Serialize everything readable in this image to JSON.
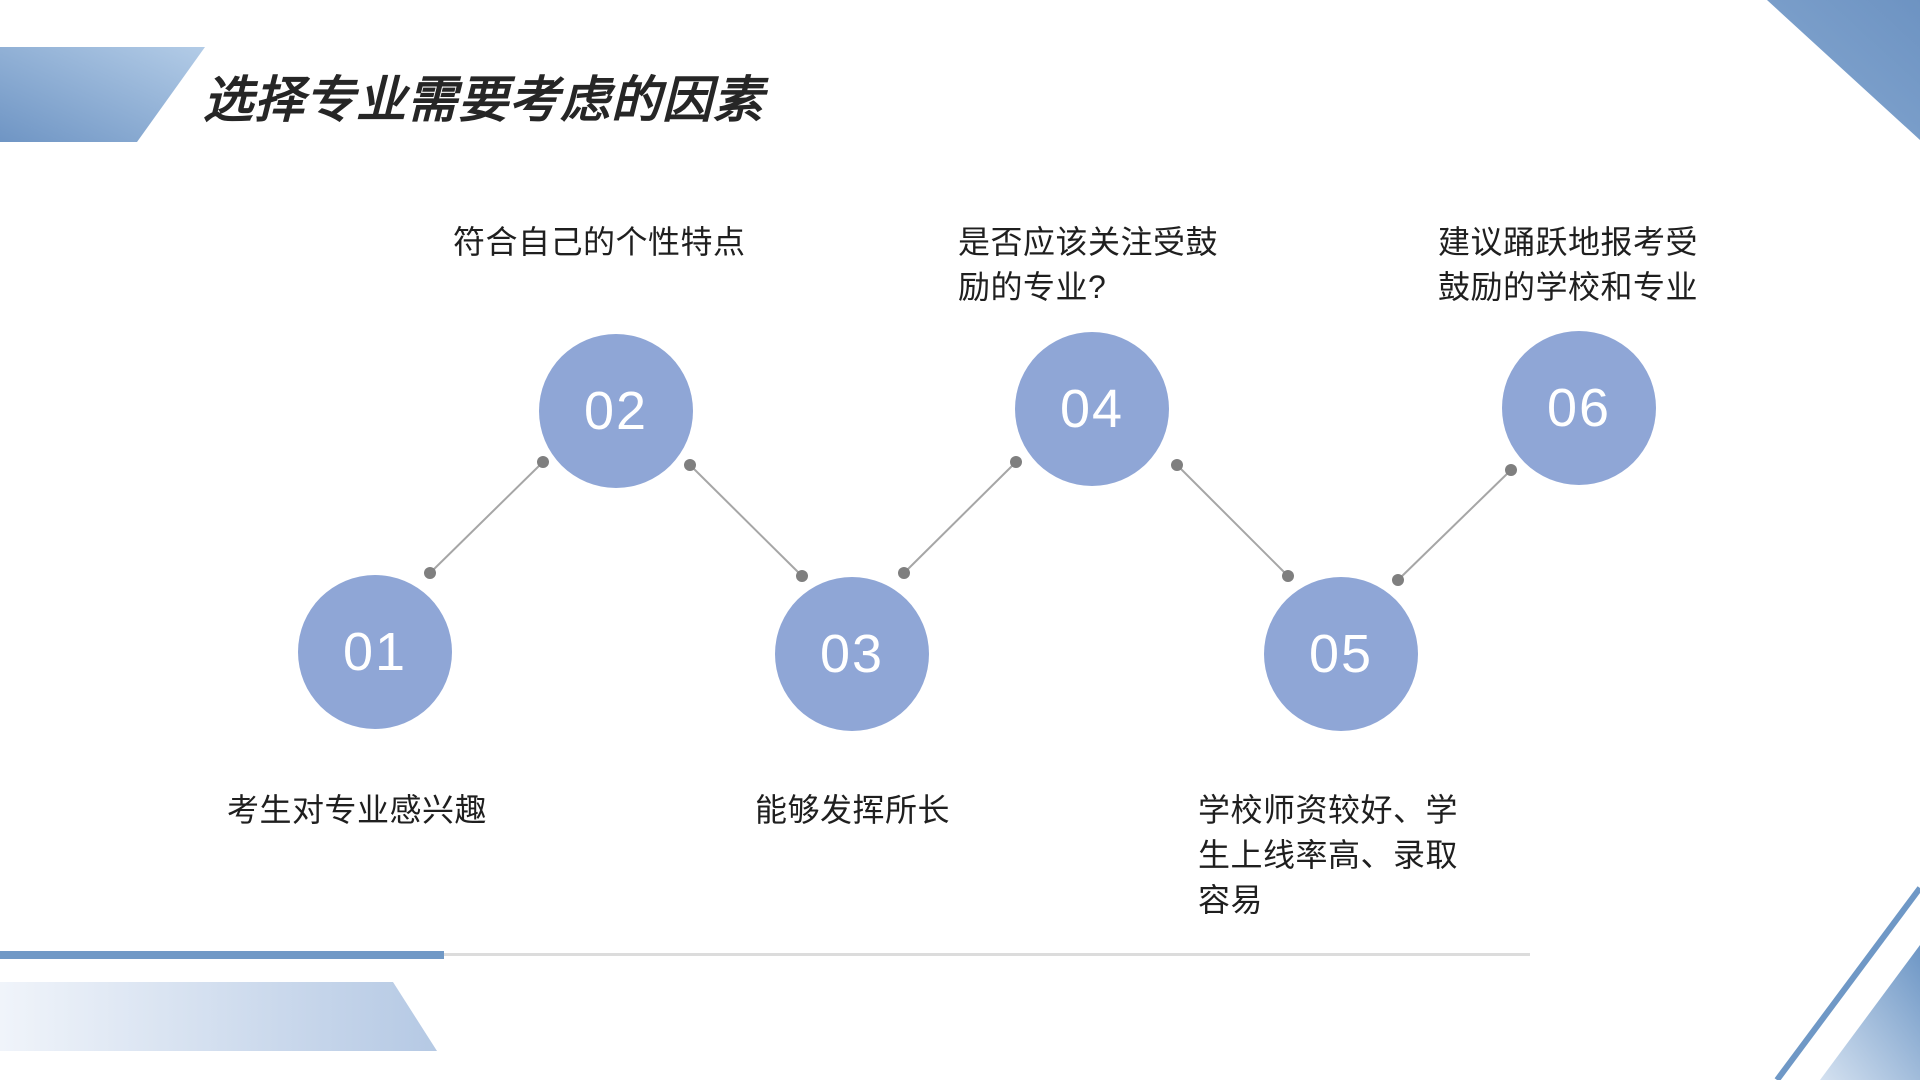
{
  "slide": {
    "title": "选择专业需要考虑的因素"
  },
  "diagram": {
    "type": "zigzag-process",
    "items": [
      {
        "number": "01",
        "label": "考生对专业感兴趣",
        "label_position": "below"
      },
      {
        "number": "02",
        "label": "符合自己的个性特点",
        "label_position": "above"
      },
      {
        "number": "03",
        "label": "能够发挥所长",
        "label_position": "below"
      },
      {
        "number": "04",
        "label": "是否应该关注受鼓\n励的专业?",
        "label_position": "above"
      },
      {
        "number": "05",
        "label": "学校师资较好、学\n生上线率高、录取\n容易",
        "label_position": "below"
      },
      {
        "number": "06",
        "label": "建议踊跃地报考受\n鼓励的学校和专业",
        "label_position": "above"
      }
    ]
  },
  "colors": {
    "circle": "#8FA6D6",
    "number_text": "#FFFFFF",
    "label_text": "#1F1F1F",
    "connector": "#A6A6A6",
    "dot": "#7F7F7F",
    "accent_blue": "#7199C6",
    "divider": "#DCDCDC"
  }
}
